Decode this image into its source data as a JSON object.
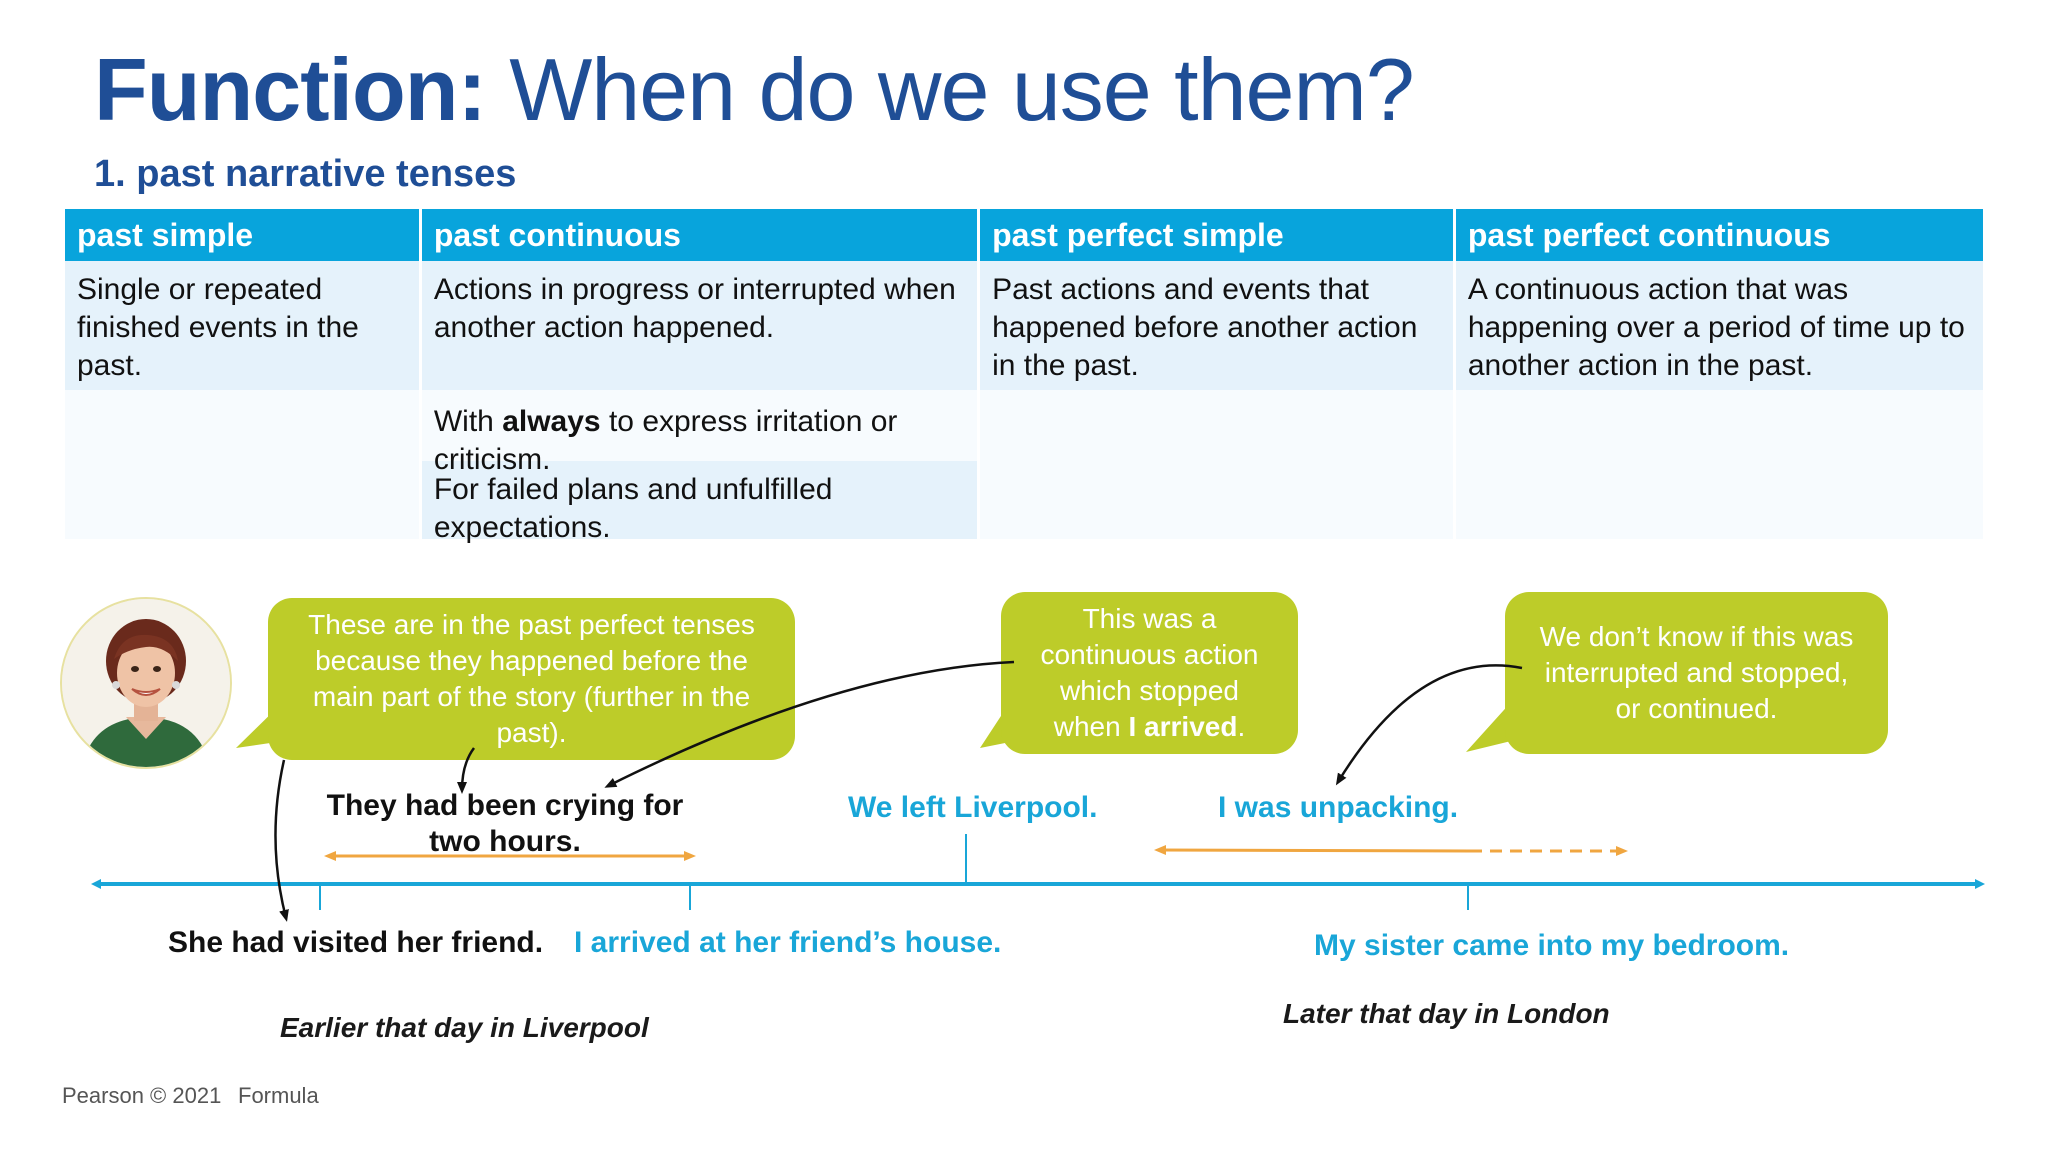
{
  "title": {
    "bold": "Function:",
    "rest": " When do we use them?"
  },
  "subtitle": "1. past narrative tenses",
  "table": {
    "headers": [
      "past simple",
      "past continuous",
      "past perfect simple",
      "past perfect continuous"
    ],
    "row1": [
      "Single or repeated finished events in the past.",
      "Actions in progress or interrupted when another action happened.",
      "Past actions and events that happened before another action in the past.",
      "A continuous action that was happening over a period of time up to another action in the past."
    ],
    "always_note": {
      "before": "With ",
      "bold": "always",
      "after": " to express irritation or criticism."
    },
    "failed_plans_note": "For failed plans and unfulfilled expectations."
  },
  "bubbles": {
    "perfect_tenses": "These are in the past perfect tenses because they happened before the main part of the story (further in the past).",
    "continuous_stopped": {
      "before": "This was a continuous action which stopped when ",
      "bold": "I arrived",
      "after": "."
    },
    "unknown": "We don’t know if this was interrupted and stopped, or continued."
  },
  "timeline": {
    "crying": "They had been crying for two hours.",
    "left_liverpool": "We left Liverpool.",
    "unpacking": "I was unpacking.",
    "visited": "She had visited her friend.",
    "arrived": "I arrived at her friend’s house.",
    "sister": "My sister came into my bedroom.",
    "earlier": "Earlier that day in Liverpool",
    "later": "Later that day in London"
  },
  "footer": {
    "brand": "Pearson  © 2021",
    "product": "Formula"
  },
  "colors": {
    "title": "#1f4e96",
    "table_header": "#08a4dc",
    "bubble": "#bdcc29",
    "timeline_line": "#19a6d8",
    "range_arrow": "#f0a640"
  }
}
